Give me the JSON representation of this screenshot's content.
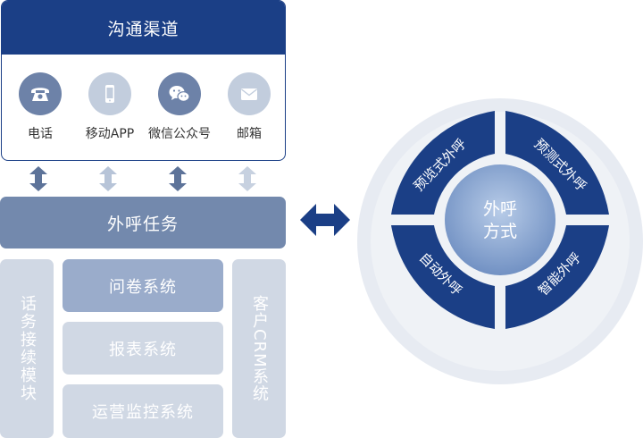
{
  "channels": {
    "title": "沟通渠道",
    "items": [
      {
        "label": "电话",
        "icon": "phone-icon"
      },
      {
        "label": "移动APP",
        "icon": "mobile-icon"
      },
      {
        "label": "微信公众号",
        "icon": "wechat-icon"
      },
      {
        "label": "邮箱",
        "icon": "mail-icon"
      }
    ]
  },
  "task": {
    "title": "外呼任务"
  },
  "modules": {
    "left": "话务接续模块",
    "middle": [
      "问卷系统",
      "报表系统",
      "运营监控系统"
    ],
    "right": "客户CRM系统"
  },
  "wheel": {
    "center": [
      "外呼",
      "方式"
    ],
    "segments": [
      "预览式外呼",
      "预测式外呼",
      "自动外呼",
      "智能外呼"
    ]
  },
  "colors": {
    "navy": "#1b3f86",
    "steel": "#7389ad",
    "light": "#d0d8e4",
    "ring": "#e7ebf2"
  }
}
